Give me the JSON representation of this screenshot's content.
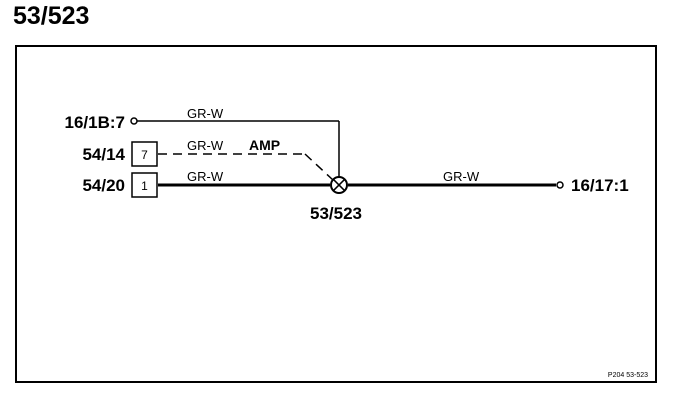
{
  "title": "53/523",
  "connectors": {
    "c1": {
      "label": "16/1B:7"
    },
    "c2": {
      "label": "54/14",
      "pin": "7"
    },
    "c3": {
      "label": "54/20",
      "pin": "1"
    },
    "c4": {
      "label": "16/17:1"
    }
  },
  "wires": {
    "w1": "GR-W",
    "w2": "GR-W",
    "w3": "GR-W",
    "w4": "GR-W",
    "amp": "AMP"
  },
  "splice": {
    "label": "53/523"
  },
  "footer_ref": "P204 53-523"
}
